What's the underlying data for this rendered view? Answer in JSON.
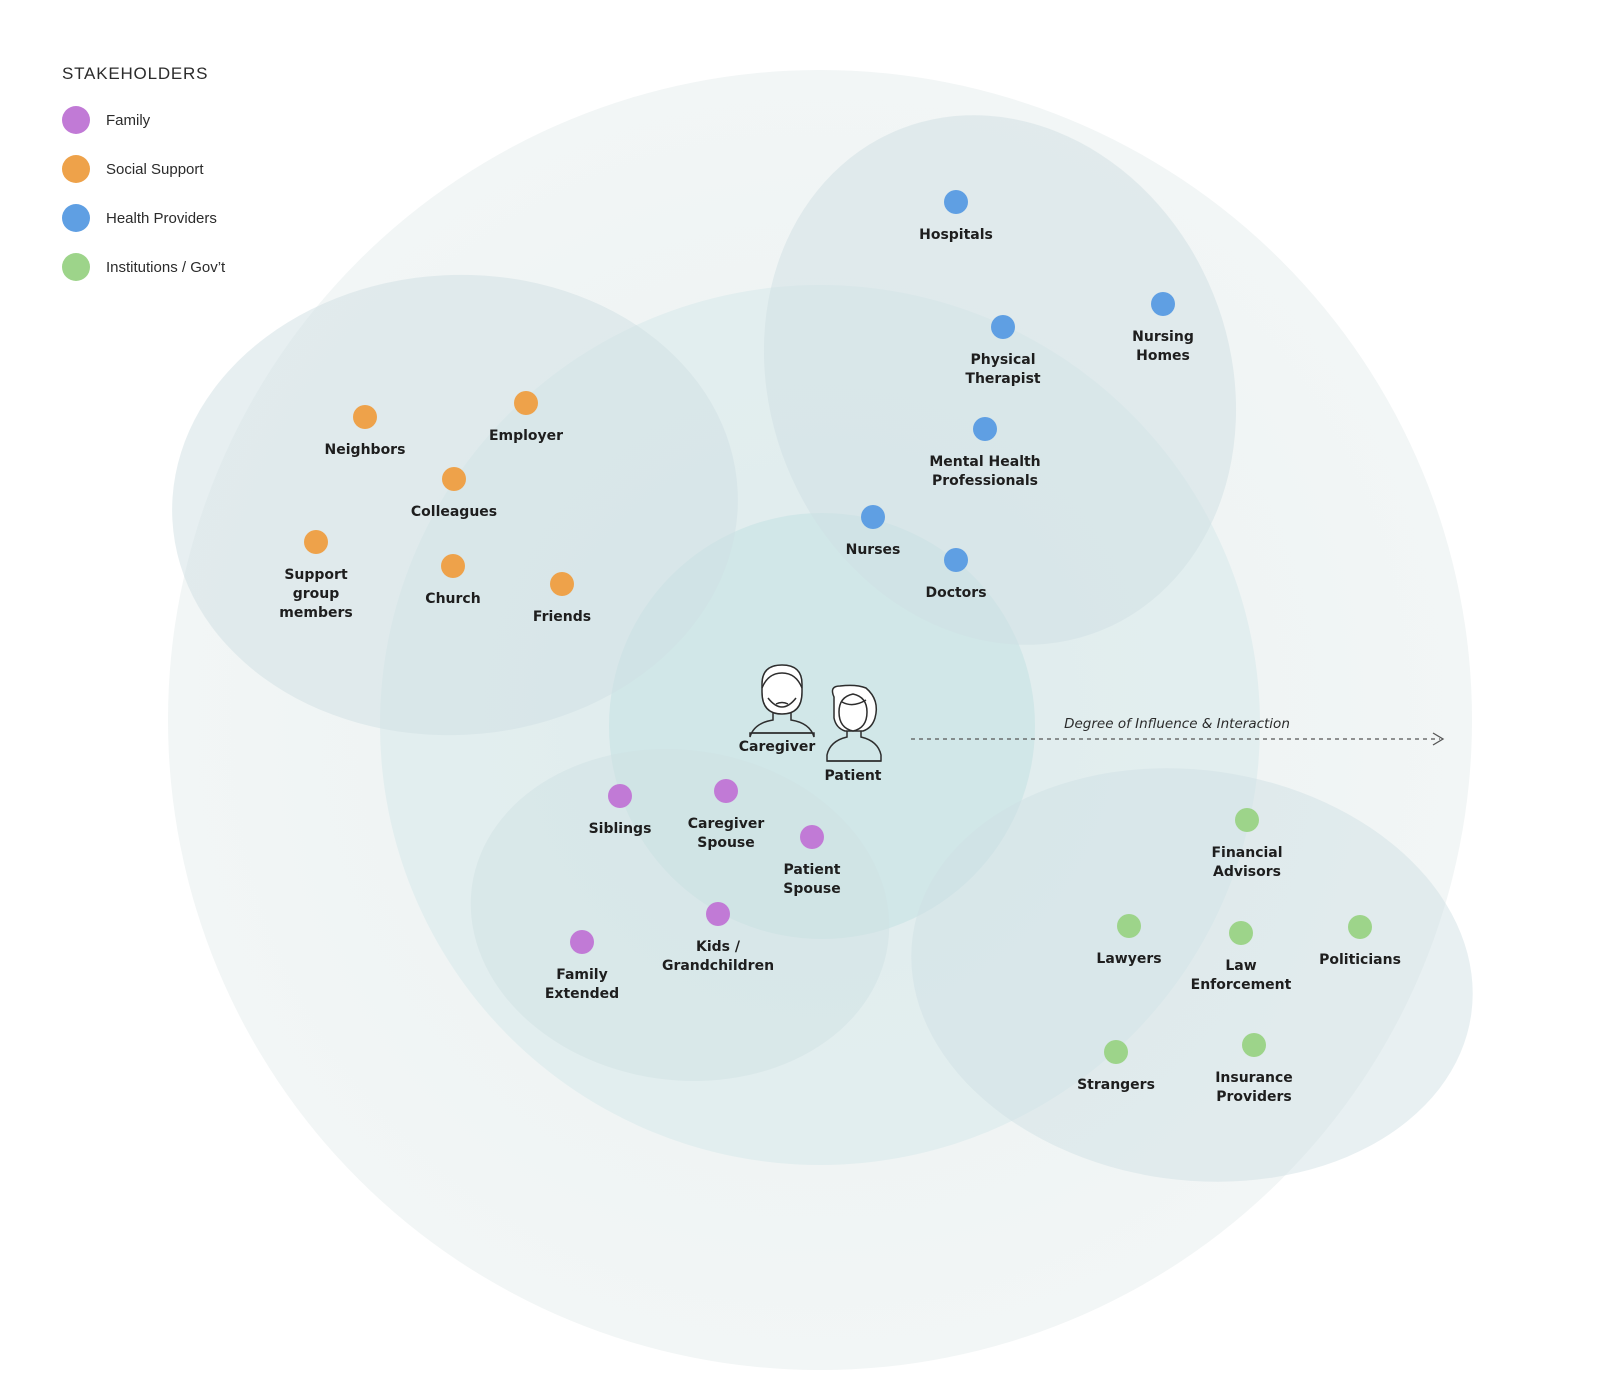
{
  "legend": {
    "title": "STAKEHOLDERS",
    "items": [
      {
        "key": "family",
        "label": "Family",
        "color": "#c17ad6"
      },
      {
        "key": "social",
        "label": "Social Support",
        "color": "#eea24a"
      },
      {
        "key": "health",
        "label": "Health Providers",
        "color": "#5f9fe3"
      },
      {
        "key": "inst",
        "label": "Institutions / Gov’t",
        "color": "#9dd48a"
      }
    ]
  },
  "center": {
    "caregiver_label": "Caregiver",
    "patient_label": "Patient"
  },
  "influence_arrow_label": "Degree of Influence & Interaction",
  "stakeholders": [
    {
      "group": "health",
      "label": [
        "Hospitals"
      ]
    },
    {
      "group": "health",
      "label": [
        "Nursing",
        "Homes"
      ]
    },
    {
      "group": "health",
      "label": [
        "Physical",
        "Therapist"
      ]
    },
    {
      "group": "health",
      "label": [
        "Mental Health",
        "Professionals"
      ]
    },
    {
      "group": "health",
      "label": [
        "Nurses"
      ]
    },
    {
      "group": "health",
      "label": [
        "Doctors"
      ]
    },
    {
      "group": "social",
      "label": [
        "Neighbors"
      ]
    },
    {
      "group": "social",
      "label": [
        "Employer"
      ]
    },
    {
      "group": "social",
      "label": [
        "Colleagues"
      ]
    },
    {
      "group": "social",
      "label": [
        "Support",
        "group",
        "members"
      ]
    },
    {
      "group": "social",
      "label": [
        "Church"
      ]
    },
    {
      "group": "social",
      "label": [
        "Friends"
      ]
    },
    {
      "group": "family",
      "label": [
        "Siblings"
      ]
    },
    {
      "group": "family",
      "label": [
        "Caregiver",
        "Spouse"
      ]
    },
    {
      "group": "family",
      "label": [
        "Patient",
        "Spouse"
      ]
    },
    {
      "group": "family",
      "label": [
        "Kids /",
        "Grandchildren"
      ]
    },
    {
      "group": "family",
      "label": [
        "Family",
        "Extended"
      ]
    },
    {
      "group": "inst",
      "label": [
        "Financial",
        "Advisors"
      ]
    },
    {
      "group": "inst",
      "label": [
        "Lawyers"
      ]
    },
    {
      "group": "inst",
      "label": [
        "Law",
        "Enforcement"
      ]
    },
    {
      "group": "inst",
      "label": [
        "Politicians"
      ]
    },
    {
      "group": "inst",
      "label": [
        "Strangers"
      ]
    },
    {
      "group": "inst",
      "label": [
        "Insurance",
        "Providers"
      ]
    }
  ]
}
